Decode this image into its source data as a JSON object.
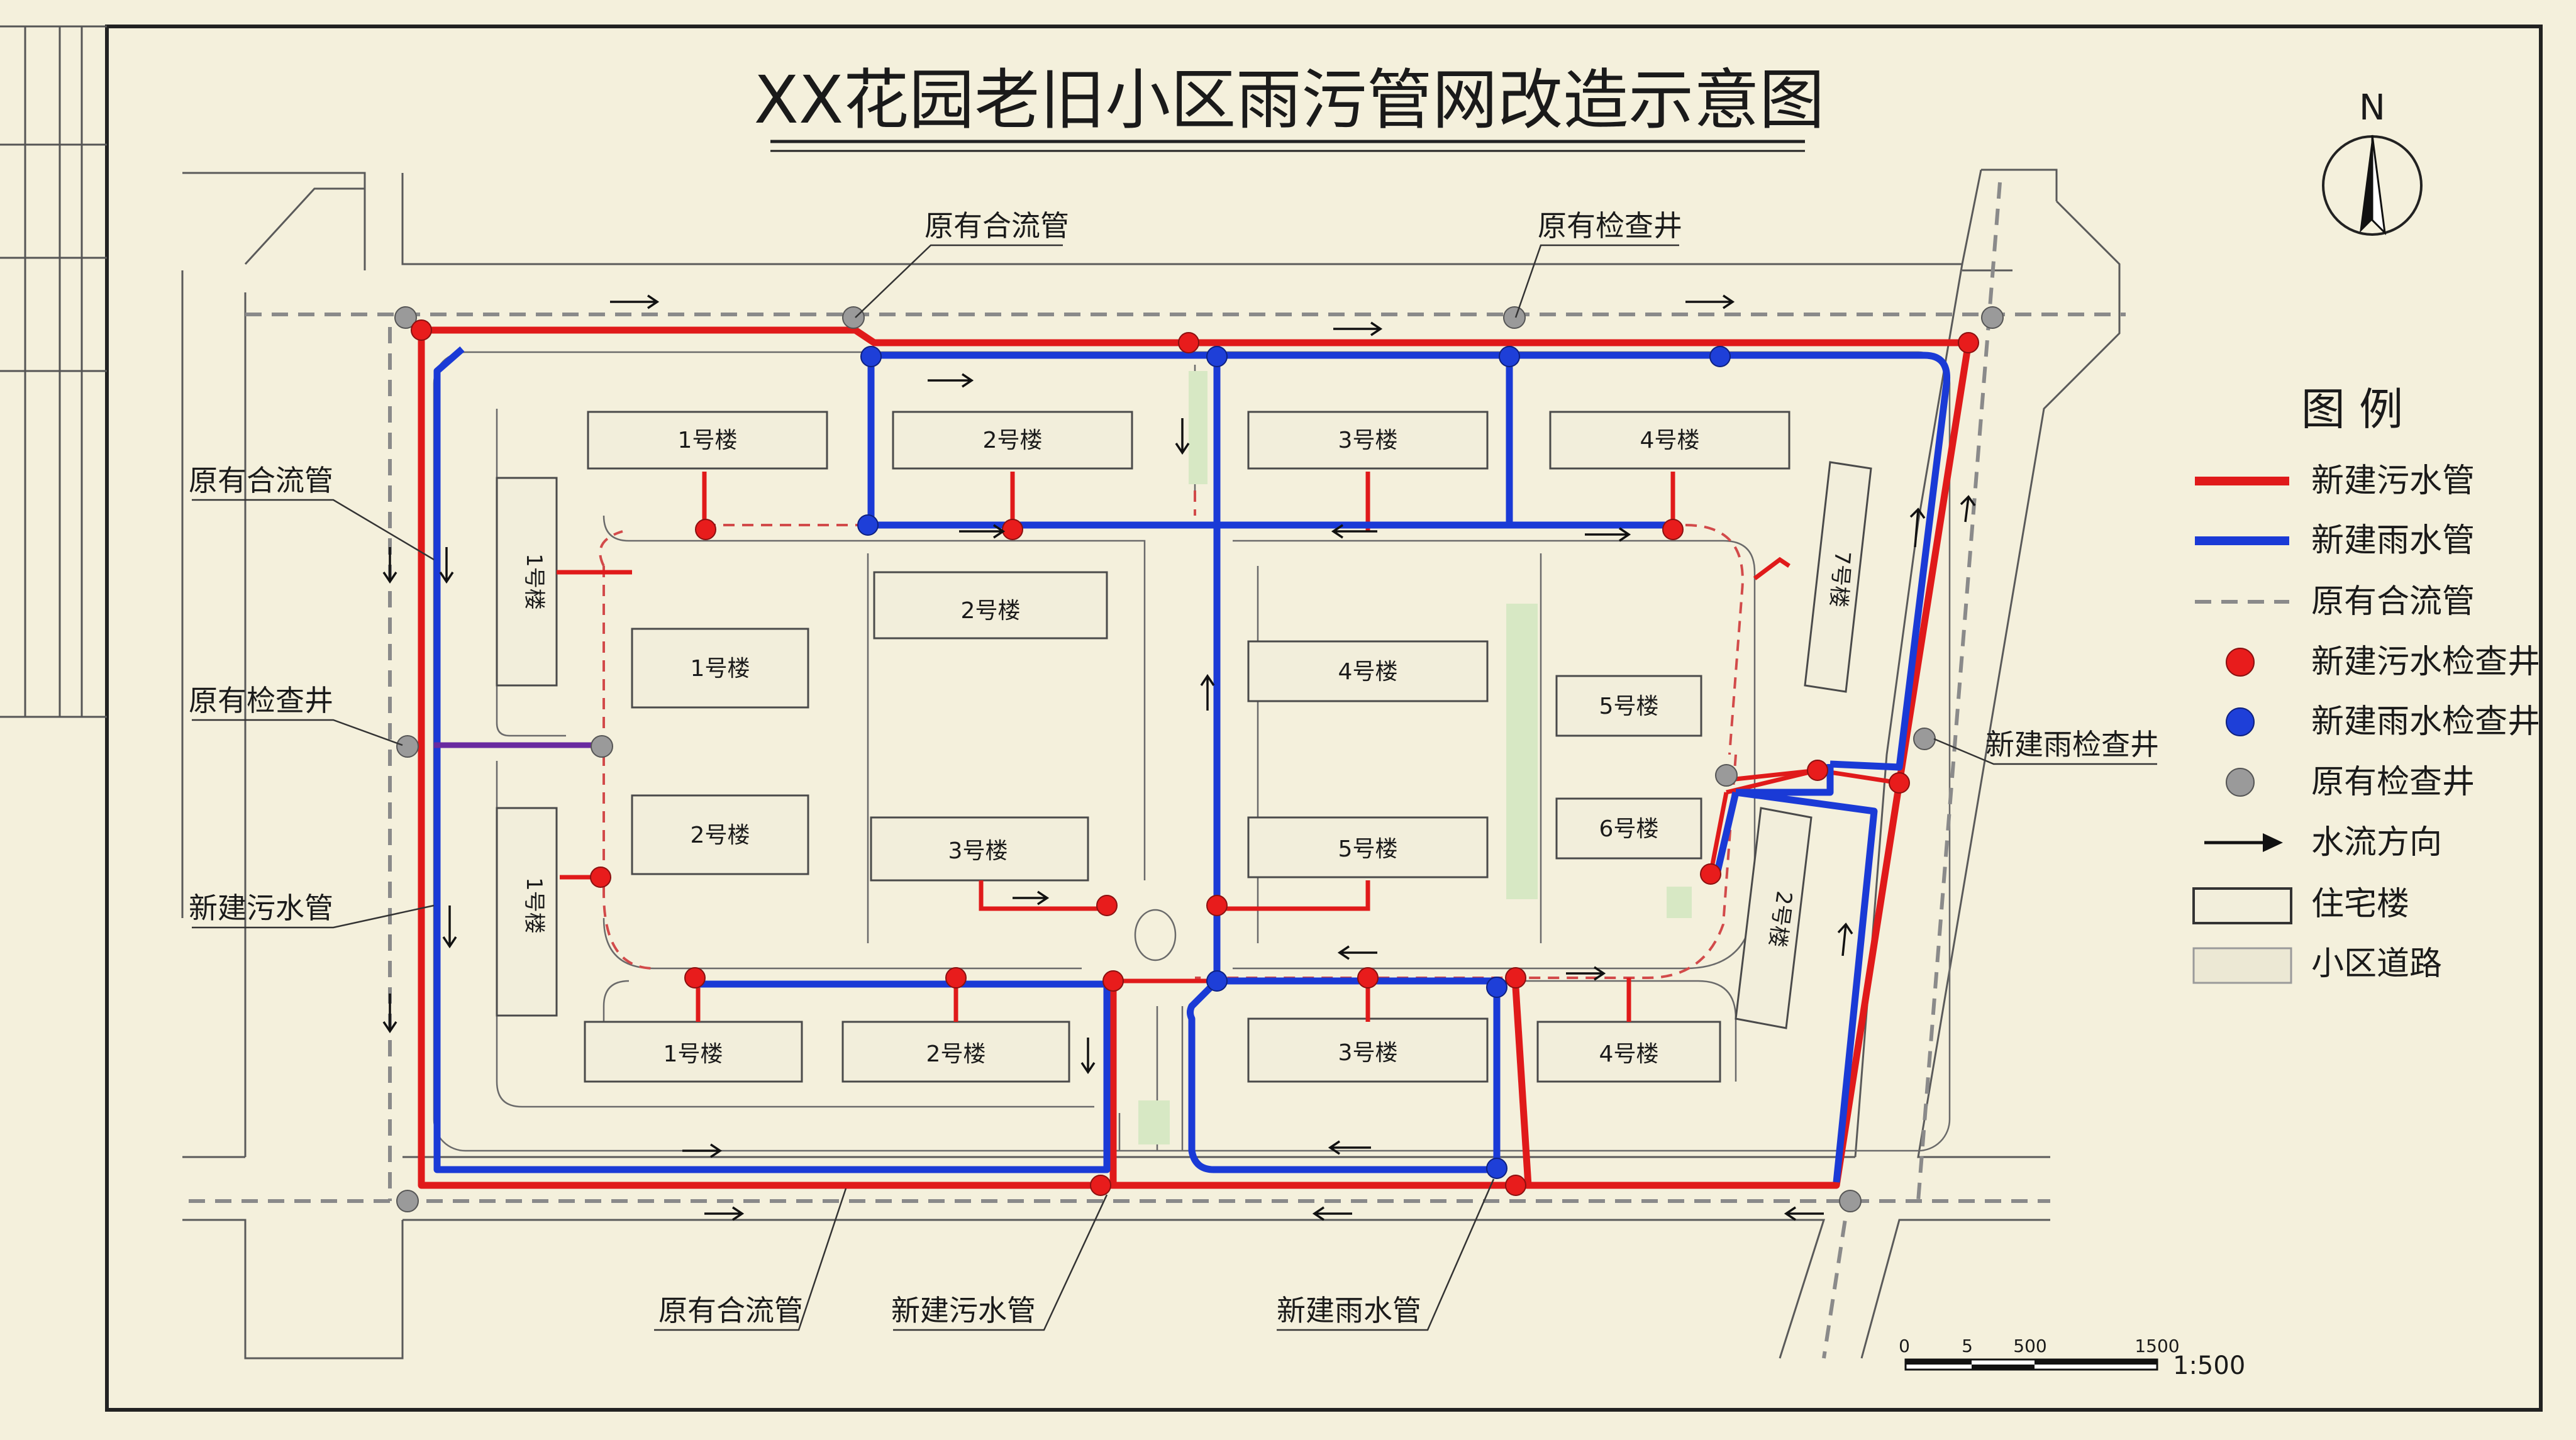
{
  "title": "XX花园老旧小区雨污管网改造示意图",
  "north": "N",
  "legend": {
    "title": "图 例",
    "items": [
      {
        "label": "新建污水管",
        "color": "#e01a1a"
      },
      {
        "label": "新建雨水管",
        "color": "#1a3ad6"
      },
      {
        "label": "原有合流管",
        "color": "#8a8a8a"
      },
      {
        "label": "新建污水检查井",
        "color": "#e81c1c"
      },
      {
        "label": "新建雨水检查井",
        "color": "#1e3fd8"
      },
      {
        "label": "原有检查井",
        "color": "#9a9a9a"
      },
      {
        "label": "水流方向"
      },
      {
        "label": "住宅楼"
      },
      {
        "label": "小区道路"
      }
    ]
  },
  "callouts": {
    "top_combined": "原有合流管",
    "top_manhole": "原有检查井",
    "left_combined": "原有合流管",
    "left_manhole": "原有检查井",
    "left_sewer": "新建污水管",
    "right_rain_manhole": "新建雨检查井",
    "bottom_combined": "原有合流管",
    "bottom_sewer": "新建污水管",
    "bottom_rain": "新建雨水管"
  },
  "buildings": {
    "nw1": "1号楼",
    "n2": "2号楼",
    "n3": "3号楼",
    "n4": "4号楼",
    "w_top": "1号楼",
    "w_bottom": "1号楼",
    "c_2a": "2号楼",
    "c_1": "1号楼",
    "c_2b": "2号楼",
    "c_3": "3号楼",
    "m_4": "4号楼",
    "m_5": "5号楼",
    "e_5": "5号楼",
    "e_6": "6号楼",
    "e_7": "7号楼",
    "e_2": "2号楼",
    "s_1": "1号楼",
    "s_2": "2号楼",
    "s_3": "3号楼",
    "s_4": "4号楼"
  },
  "scale": {
    "ticks": [
      "0",
      "5",
      "500",
      "1500"
    ],
    "ratio": "1:500"
  }
}
